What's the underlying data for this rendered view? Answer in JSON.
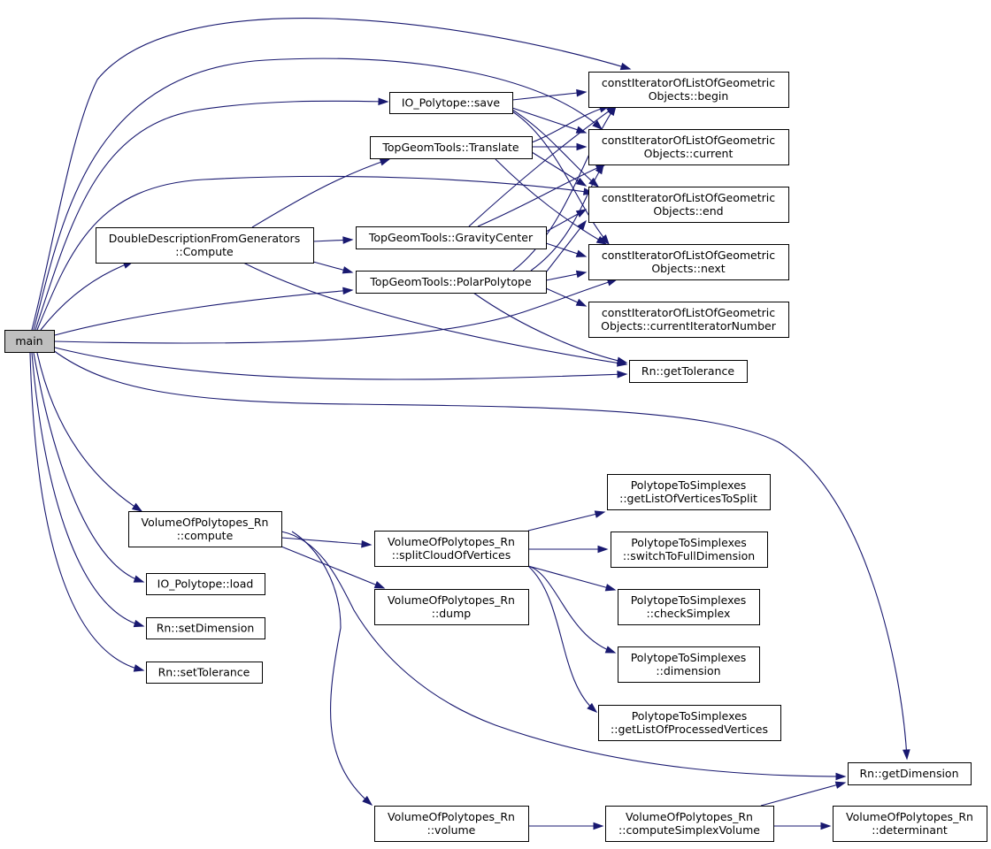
{
  "graph": {
    "nodes": [
      {
        "id": "main",
        "lines": [
          "main"
        ],
        "root": true
      },
      {
        "id": "cbegin",
        "lines": [
          "constIteratorOfListOfGeometric",
          "Objects::begin"
        ]
      },
      {
        "id": "ccurrent",
        "lines": [
          "constIteratorOfListOfGeometric",
          "Objects::current"
        ]
      },
      {
        "id": "cend",
        "lines": [
          "constIteratorOfListOfGeometric",
          "Objects::end"
        ]
      },
      {
        "id": "cnext",
        "lines": [
          "constIteratorOfListOfGeometric",
          "Objects::next"
        ]
      },
      {
        "id": "ccin",
        "lines": [
          "constIteratorOfListOfGeometric",
          "Objects::currentIteratorNumber"
        ]
      },
      {
        "id": "iosave",
        "lines": [
          "IO_Polytope::save"
        ]
      },
      {
        "id": "translate",
        "lines": [
          "TopGeomTools::Translate"
        ]
      },
      {
        "id": "ddfg",
        "lines": [
          "DoubleDescriptionFromGenerators",
          "::Compute"
        ]
      },
      {
        "id": "gravity",
        "lines": [
          "TopGeomTools::GravityCenter"
        ]
      },
      {
        "id": "polar",
        "lines": [
          "TopGeomTools::PolarPolytope"
        ]
      },
      {
        "id": "gettol",
        "lines": [
          "Rn::getTolerance"
        ]
      },
      {
        "id": "vcompute",
        "lines": [
          "VolumeOfPolytopes_Rn",
          "::compute"
        ]
      },
      {
        "id": "split",
        "lines": [
          "VolumeOfPolytopes_Rn",
          "::splitCloudOfVertices"
        ]
      },
      {
        "id": "dump",
        "lines": [
          "VolumeOfPolytopes_Rn",
          "::dump"
        ]
      },
      {
        "id": "getlist",
        "lines": [
          "PolytopeToSimplexes",
          "::getListOfVerticesToSplit"
        ]
      },
      {
        "id": "switch",
        "lines": [
          "PolytopeToSimplexes",
          "::switchToFullDimension"
        ]
      },
      {
        "id": "check",
        "lines": [
          "PolytopeToSimplexes",
          "::checkSimplex"
        ]
      },
      {
        "id": "dimension",
        "lines": [
          "PolytopeToSimplexes",
          "::dimension"
        ]
      },
      {
        "id": "processed",
        "lines": [
          "PolytopeToSimplexes",
          "::getListOfProcessedVertices"
        ]
      },
      {
        "id": "ioload",
        "lines": [
          "IO_Polytope::load"
        ]
      },
      {
        "id": "setdim",
        "lines": [
          "Rn::setDimension"
        ]
      },
      {
        "id": "settol",
        "lines": [
          "Rn::setTolerance"
        ]
      },
      {
        "id": "getdim",
        "lines": [
          "Rn::getDimension"
        ]
      },
      {
        "id": "volume",
        "lines": [
          "VolumeOfPolytopes_Rn",
          "::volume"
        ]
      },
      {
        "id": "simplexvol",
        "lines": [
          "VolumeOfPolytopes_Rn",
          "::computeSimplexVolume"
        ]
      },
      {
        "id": "determinant",
        "lines": [
          "VolumeOfPolytopes_Rn",
          "::determinant"
        ]
      }
    ],
    "edges": [
      {
        "from": "main",
        "to": "cbegin"
      },
      {
        "from": "main",
        "to": "ccurrent"
      },
      {
        "from": "main",
        "to": "iosave"
      },
      {
        "from": "main",
        "to": "cend"
      },
      {
        "from": "main",
        "to": "ddfg"
      },
      {
        "from": "main",
        "to": "polar"
      },
      {
        "from": "main",
        "to": "cnext"
      },
      {
        "from": "main",
        "to": "gettol"
      },
      {
        "from": "main",
        "to": "getdim"
      },
      {
        "from": "main",
        "to": "vcompute"
      },
      {
        "from": "main",
        "to": "ioload"
      },
      {
        "from": "main",
        "to": "setdim"
      },
      {
        "from": "main",
        "to": "settol"
      },
      {
        "from": "iosave",
        "to": "cbegin"
      },
      {
        "from": "iosave",
        "to": "ccurrent"
      },
      {
        "from": "iosave",
        "to": "cend"
      },
      {
        "from": "iosave",
        "to": "cnext"
      },
      {
        "from": "translate",
        "to": "cbegin"
      },
      {
        "from": "translate",
        "to": "ccurrent"
      },
      {
        "from": "translate",
        "to": "cend"
      },
      {
        "from": "translate",
        "to": "cnext"
      },
      {
        "from": "ddfg",
        "to": "translate"
      },
      {
        "from": "ddfg",
        "to": "gravity"
      },
      {
        "from": "ddfg",
        "to": "polar"
      },
      {
        "from": "ddfg",
        "to": "gettol"
      },
      {
        "from": "gravity",
        "to": "cbegin"
      },
      {
        "from": "gravity",
        "to": "ccurrent"
      },
      {
        "from": "gravity",
        "to": "cend"
      },
      {
        "from": "gravity",
        "to": "cnext"
      },
      {
        "from": "polar",
        "to": "cbegin"
      },
      {
        "from": "polar",
        "to": "ccurrent"
      },
      {
        "from": "polar",
        "to": "cend"
      },
      {
        "from": "polar",
        "to": "cnext"
      },
      {
        "from": "polar",
        "to": "ccin"
      },
      {
        "from": "polar",
        "to": "gettol"
      },
      {
        "from": "vcompute",
        "to": "split"
      },
      {
        "from": "vcompute",
        "to": "dump"
      },
      {
        "from": "vcompute",
        "to": "getdim"
      },
      {
        "from": "vcompute",
        "to": "volume"
      },
      {
        "from": "split",
        "to": "getlist"
      },
      {
        "from": "split",
        "to": "switch"
      },
      {
        "from": "split",
        "to": "check"
      },
      {
        "from": "split",
        "to": "dimension"
      },
      {
        "from": "split",
        "to": "processed"
      },
      {
        "from": "volume",
        "to": "simplexvol"
      },
      {
        "from": "simplexvol",
        "to": "getdim"
      },
      {
        "from": "simplexvol",
        "to": "determinant"
      }
    ]
  }
}
